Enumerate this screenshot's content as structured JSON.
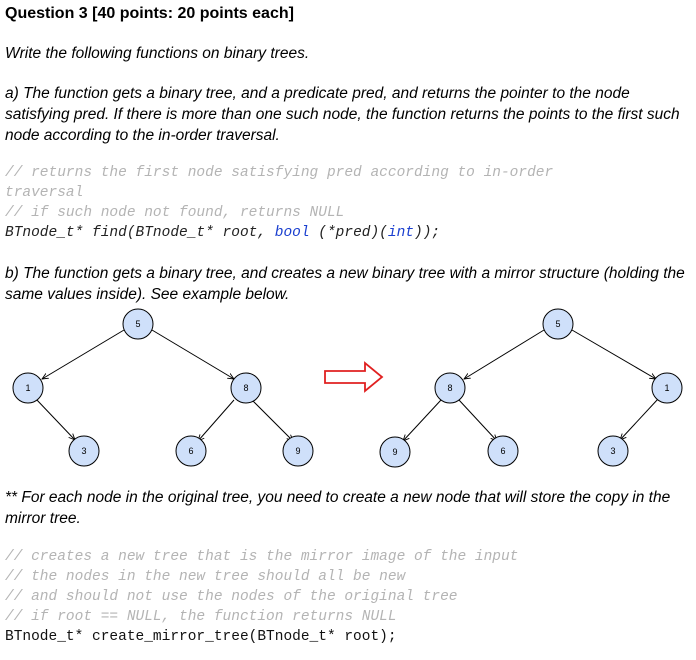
{
  "heading": "Question 3 [40 points: 20 points each]",
  "intro": "Write the following functions on binary trees.",
  "part_a": {
    "text": "a) The function gets a binary tree, and a predicate pred, and returns the pointer to the node satisfying pred. If there is more than one such node, the function returns the points to the first such node according to the in-order traversal.",
    "comment1": "// returns the first node satisfying pred according to in-order",
    "comment1b": "traversal",
    "comment2": "// if such node not found, returns NULL",
    "sig_prefix": "BTnode_t* find(BTnode_t* root, ",
    "sig_bool": "bool",
    "sig_mid": " (*pred)(",
    "sig_int": "int",
    "sig_end": "));"
  },
  "part_b": {
    "text": "b) The function gets a binary tree, and creates a new binary tree with a mirror structure (holding the same values inside). See example below."
  },
  "diagram": {
    "original_tree": {
      "root": "5",
      "left": "1",
      "right": "8",
      "left_right": "3",
      "right_left": "6",
      "right_right": "9"
    },
    "mirror_tree": {
      "root": "5",
      "left": "8",
      "right": "1",
      "left_left": "9",
      "left_right": "6",
      "right_left": "3"
    },
    "node_fill": "#cfe0fa",
    "arrow_color": "#e02020"
  },
  "note": "** For each node in the original tree, you need to create a new node that will store the copy in the mirror tree.",
  "code_b": {
    "comment1": "// creates a new tree that is the mirror image of the input",
    "comment2": "// the nodes in the new tree should all be new",
    "comment3": "// and should not use the nodes of the original tree",
    "comment4": "// if root == NULL, the function returns NULL",
    "signature": "BTnode_t* create_mirror_tree(BTnode_t* root);"
  }
}
